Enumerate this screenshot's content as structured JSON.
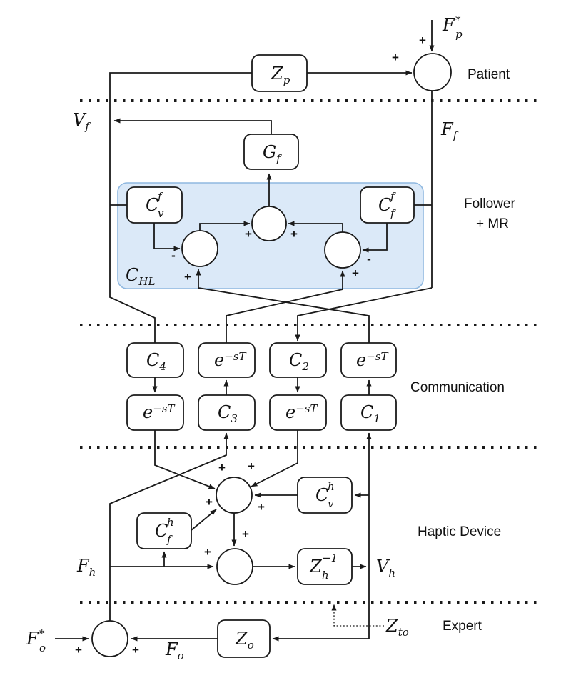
{
  "colors": {
    "line": "#1a1a1a",
    "highlight_fill": "#dbe9f8",
    "highlight_stroke": "#8fb8e0",
    "box_fill": "#ffffff",
    "background": "#ffffff"
  },
  "sections": {
    "patient": "Patient",
    "follower_line1": "Follower",
    "follower_line2": "+ MR",
    "communication": "Communication",
    "haptic": "Haptic Device",
    "expert": "Expert"
  },
  "signs": {
    "plus": "+",
    "minus": "-"
  },
  "blocks": {
    "zp": {
      "base": "Z",
      "sub": "p"
    },
    "gf": {
      "base": "G",
      "sub": "f"
    },
    "cvf": {
      "base": "C",
      "sup": "f",
      "sub": "v"
    },
    "cff": {
      "base": "C",
      "sup": "f",
      "sub": "f"
    },
    "chl": {
      "base": "C",
      "sub": "HL"
    },
    "c4": {
      "base": "C",
      "sub": "4"
    },
    "c3": {
      "base": "C",
      "sub": "3"
    },
    "c2": {
      "base": "C",
      "sub": "2"
    },
    "c1": {
      "base": "C",
      "sub": "1"
    },
    "delay": {
      "base": "e",
      "sup": "−sT"
    },
    "cvh": {
      "base": "C",
      "sup": "h",
      "sub": "v"
    },
    "cfh": {
      "base": "C",
      "sup": "h",
      "sub": "f"
    },
    "zh_inv": {
      "base": "Z",
      "sup": "−1",
      "sub": "h"
    },
    "zo": {
      "base": "Z",
      "sub": "o"
    },
    "zto": {
      "base": "Z",
      "sub": "to"
    }
  },
  "signals": {
    "fp_star": {
      "base": "F",
      "sup": "*",
      "sub": "p"
    },
    "fo_star": {
      "base": "F",
      "sup": "*",
      "sub": "o"
    },
    "vf": {
      "base": "V",
      "sub": "f"
    },
    "ff": {
      "base": "F",
      "sub": "f"
    },
    "fh": {
      "base": "F",
      "sub": "h"
    },
    "vh": {
      "base": "V",
      "sub": "h"
    },
    "fo": {
      "base": "F",
      "sub": "o"
    }
  }
}
